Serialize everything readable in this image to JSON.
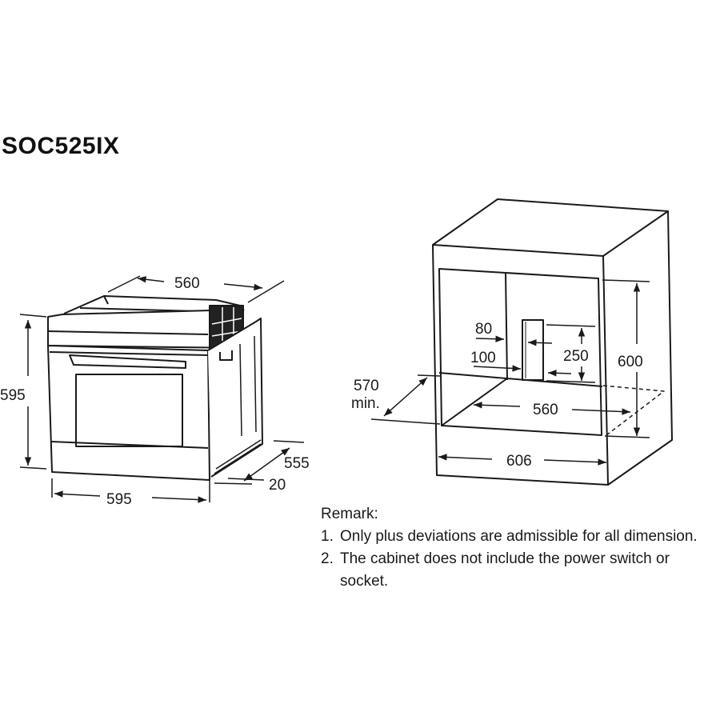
{
  "title": "SOC525IX",
  "oven_drawing": {
    "dimensions": {
      "depth_top": "560",
      "height": "595",
      "width": "595",
      "depth_body": "555",
      "front_offset": "20"
    }
  },
  "cabinet_drawing": {
    "dimensions": {
      "socket_offset_top": "80",
      "socket_offset_bottom": "100",
      "socket_height": "250",
      "niche_height": "600",
      "niche_depth": "570",
      "niche_depth_note": "min.",
      "niche_width": "560",
      "cabinet_width": "606"
    }
  },
  "remarks": {
    "heading": "Remark:",
    "items": [
      {
        "num": "1.",
        "text": "Only plus deviations are admissible for all dimension."
      },
      {
        "num": "2.",
        "text": "The cabinet does not include the power switch or socket."
      }
    ]
  }
}
